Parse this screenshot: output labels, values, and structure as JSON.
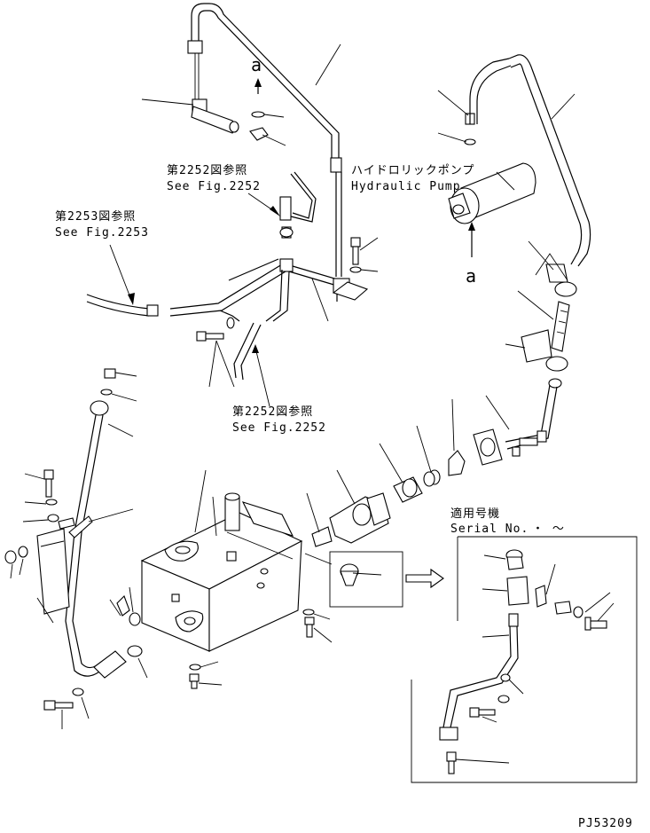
{
  "labels": {
    "ref_2252_top_jp": "第2252図参照",
    "ref_2252_top_en": "See Fig.2252",
    "ref_2253_jp": "第2253図参照",
    "ref_2253_en": "See Fig.2253",
    "ref_2252_mid_jp": "第2252図参照",
    "ref_2252_mid_en": "See Fig.2252",
    "pump_jp": "ハイドロリックポンプ",
    "pump_en": "Hydraulic Pump",
    "marker_a_top": "a",
    "marker_a_right": "a",
    "serial_jp": "適用号機",
    "serial_en": "Serial No.",
    "serial_range": "・ ～",
    "drawing_code": "PJ53209"
  }
}
